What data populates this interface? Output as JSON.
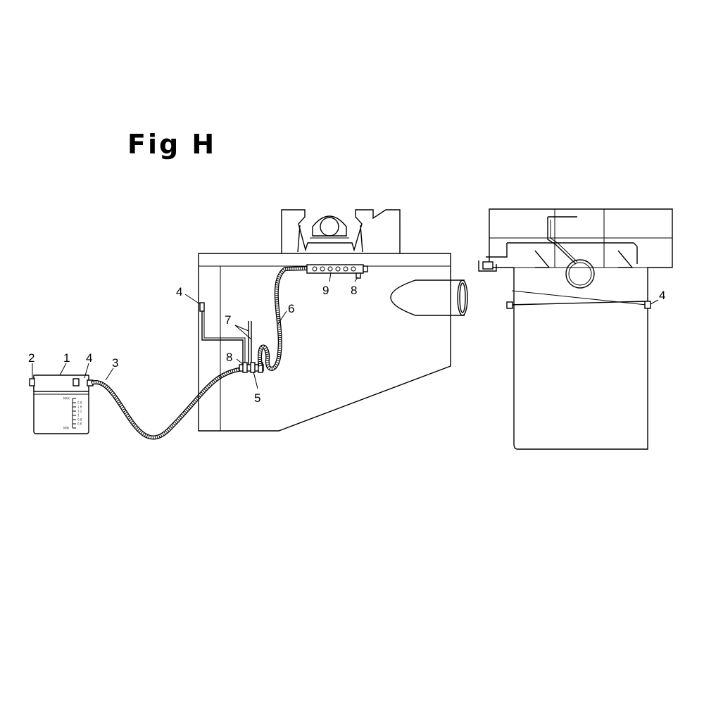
{
  "figure": {
    "title": "Fig H"
  },
  "callouts": {
    "c2": "2",
    "c1": "1",
    "c4a": "4",
    "c3": "3",
    "c4b": "4",
    "c7": "7",
    "c8a": "8",
    "c5": "5",
    "c6": "6",
    "c9": "9",
    "c8b": "8",
    "c4c": "4"
  },
  "tank_scale": [
    "MAX",
    "0.8",
    "1.6",
    "1.2",
    "1",
    "0.8",
    "0.6",
    "MIN"
  ],
  "colors": {
    "line": "#000000",
    "background": "#ffffff"
  }
}
